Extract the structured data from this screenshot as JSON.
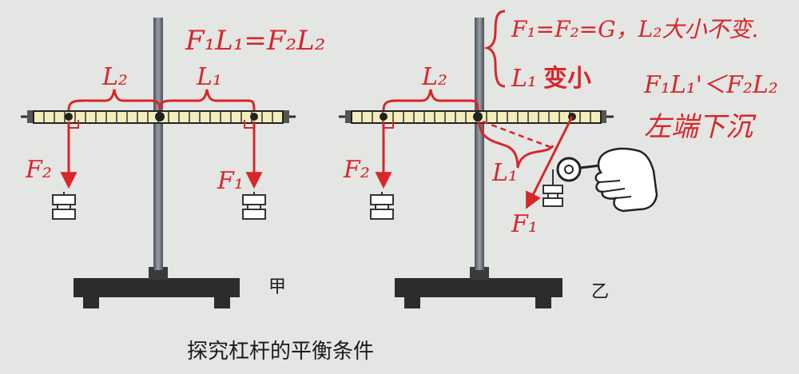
{
  "caption": "探究杠杆的平衡条件",
  "left_figure": {
    "label": "甲",
    "formula": "F₁L₁=F₂L₂",
    "arm_left_label": "L₂",
    "arm_right_label": "L₁",
    "force_left_label": "F₂",
    "force_right_label": "F₁"
  },
  "right_figure": {
    "label": "乙",
    "arm_left_label": "L₂",
    "slanted_arm_label": "L₁",
    "force_left_label": "F₂",
    "pull_force_label": "F₁",
    "note_line1": "F₁=F₂=G，L₂大小不变.",
    "note_line2_prefix": "L₁",
    "note_line2_emphasis": "变小",
    "note_line3": "F₁L₁'＜F₂L₂",
    "note_line4": "左端下沉"
  },
  "colors": {
    "annotation": "#d8262b",
    "lever": "#f3edbc",
    "stand": "#2c2c2c",
    "rod": "#6b7078",
    "background": "#e4e6e3"
  }
}
